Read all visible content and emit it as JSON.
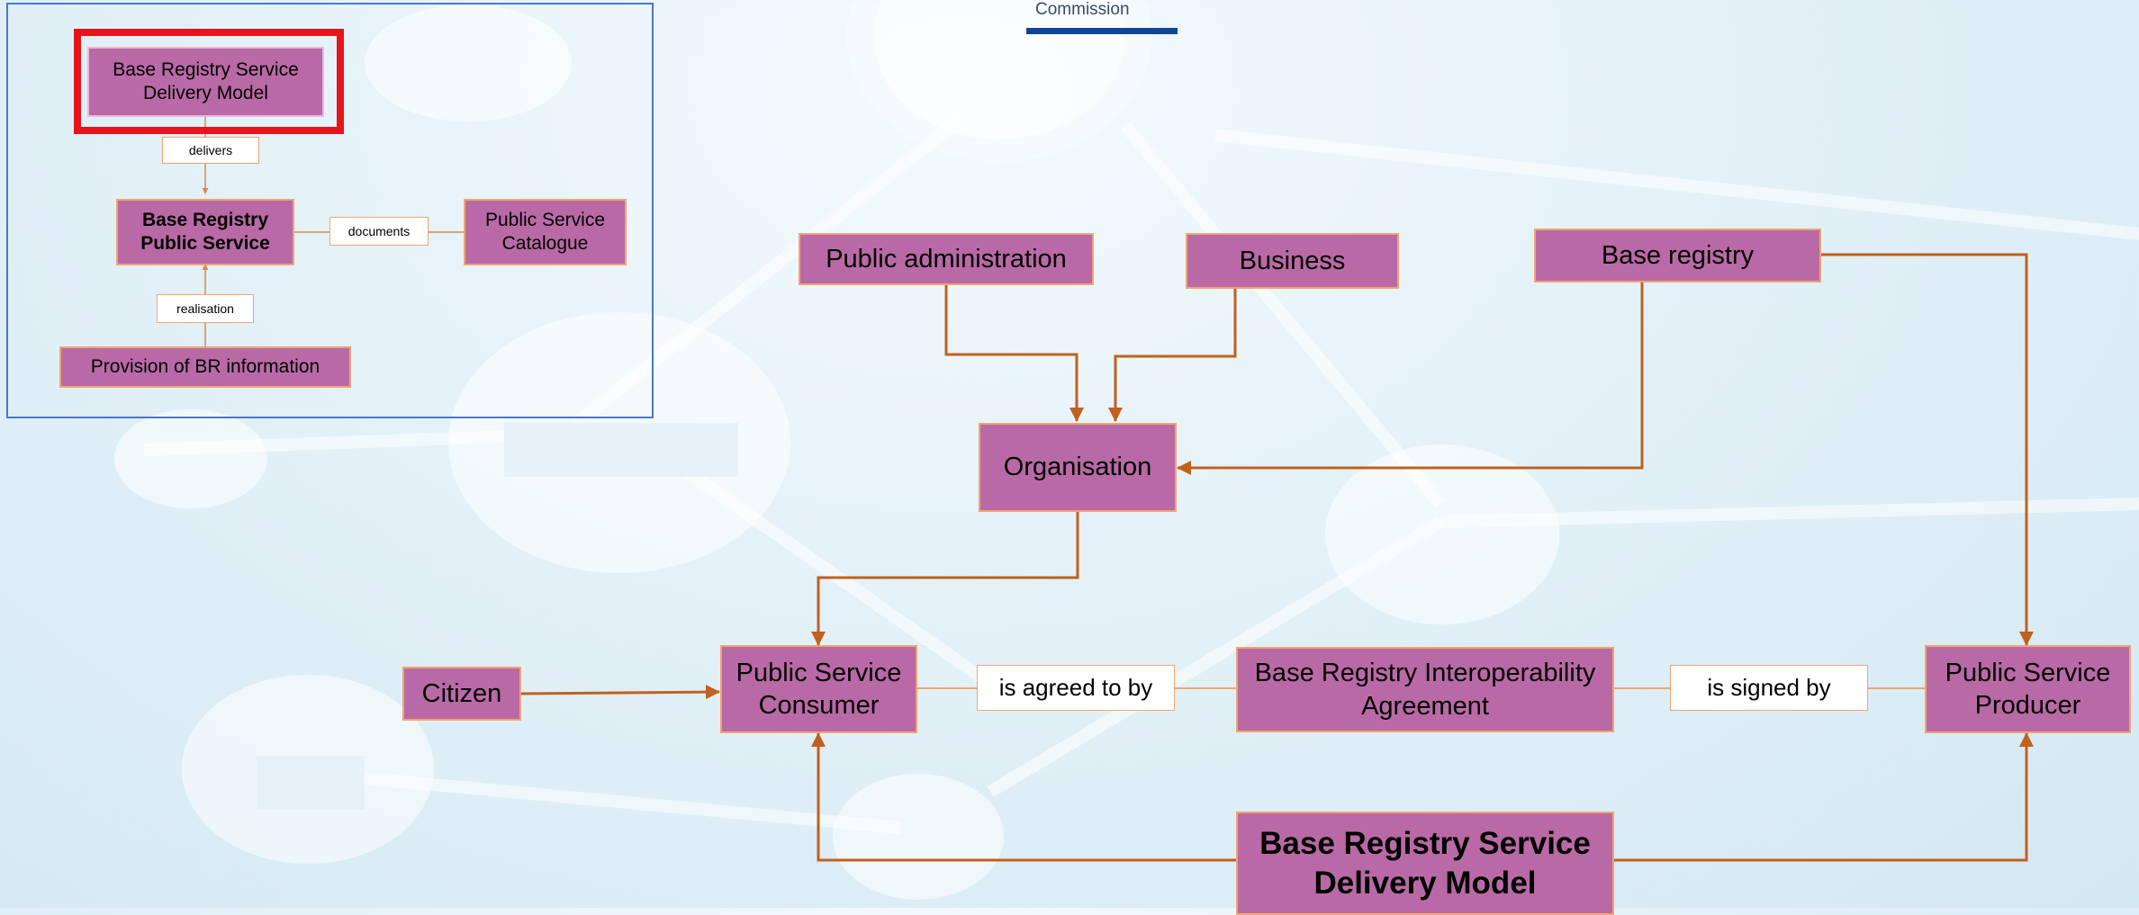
{
  "logo": {
    "text": "Commission",
    "bar_color": "#104597"
  },
  "colors": {
    "node_fill": "#b96aa6",
    "node_border": "#f0a570",
    "connector": "#c0611e",
    "highlight": "#e8141b",
    "minimap_frame": "#4a78c8"
  },
  "minimap": {
    "nodes": {
      "delivery_model": "Base Registry Service\nDelivery Model",
      "public_service": "Base Registry\nPublic Service",
      "catalogue": "Public Service\nCatalogue",
      "provision": "Provision of BR information"
    },
    "labels": {
      "delivers": "delivers",
      "documents": "documents",
      "realisation": "realisation"
    }
  },
  "diagram": {
    "nodes": {
      "public_administration": "Public administration",
      "business": "Business",
      "base_registry": "Base registry",
      "organisation": "Organisation",
      "citizen": "Citizen",
      "consumer": "Public Service\nConsumer",
      "agreement": "Base Registry Interoperability\nAgreement",
      "producer": "Public Service\nProducer",
      "delivery_model": "Base Registry Service\nDelivery Model"
    },
    "labels": {
      "agreed": "is agreed to by",
      "signed": "is signed by"
    }
  }
}
